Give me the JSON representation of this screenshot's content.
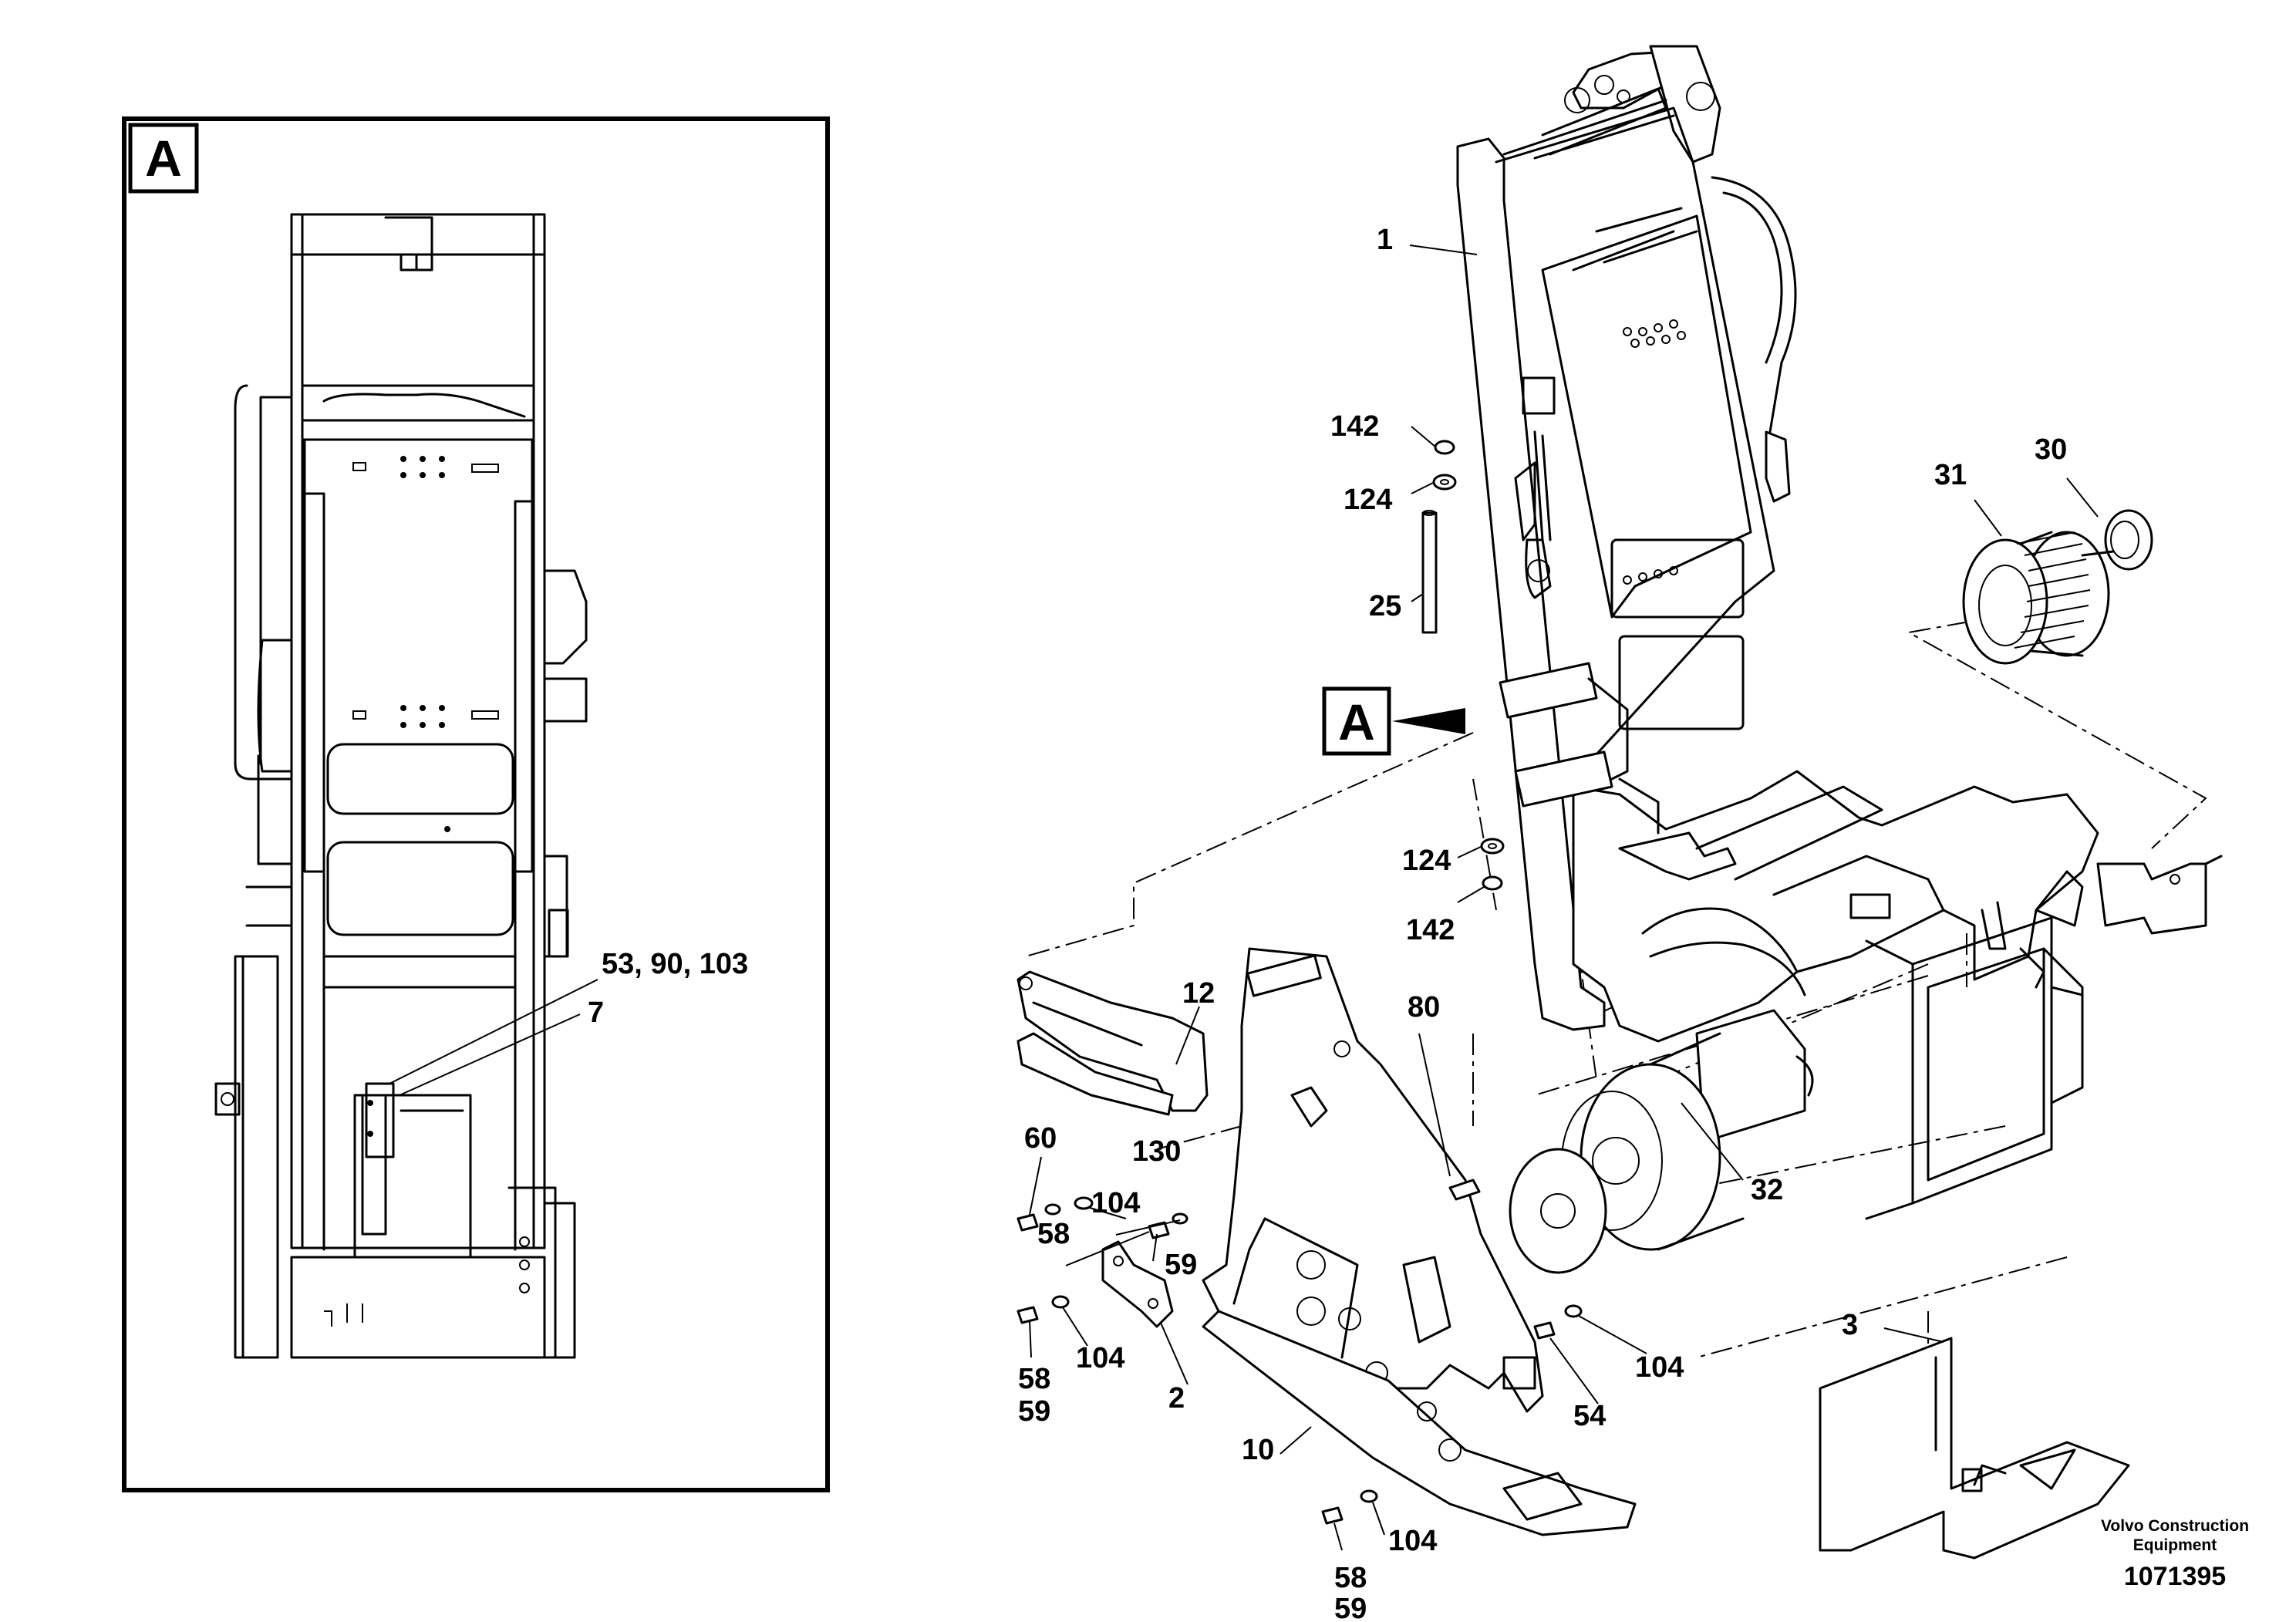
{
  "detail_view": {
    "label": "A",
    "callouts": [
      "53, 90, 103",
      "7"
    ]
  },
  "main_view": {
    "view_marker": "A",
    "callouts": {
      "c1": "1",
      "c142a": "142",
      "c124a": "124",
      "c25": "25",
      "c124b": "124",
      "c142b": "142",
      "c31": "31",
      "c30": "30",
      "c12": "12",
      "c80": "80",
      "c60": "60",
      "c130": "130",
      "c104a": "104",
      "c58a": "58",
      "c59a": "59",
      "c32": "32",
      "c58b": "58",
      "c59b": "59",
      "c104b": "104",
      "c2": "2",
      "c54": "54",
      "c104c": "104",
      "c3": "3",
      "c10": "10",
      "c104d": "104",
      "c58c": "58",
      "c59c": "59"
    }
  },
  "footer": {
    "brand_line1": "Volvo Construction",
    "brand_line2": "Equipment",
    "document_number": "1071395"
  }
}
